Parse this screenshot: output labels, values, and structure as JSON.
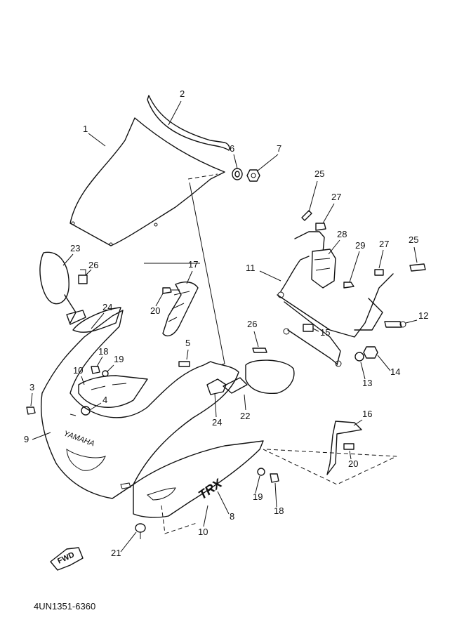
{
  "diagram": {
    "drawing_code": "4UN1351-6360",
    "direction_label": "FWD",
    "brand_mark": "YAMAHA",
    "model_mark": "TRX",
    "callouts": [
      "1",
      "2",
      "3",
      "4",
      "5",
      "6",
      "7",
      "8",
      "9",
      "10",
      "10",
      "11",
      "12",
      "13",
      "14",
      "15",
      "16",
      "17",
      "18",
      "18",
      "19",
      "19",
      "20",
      "20",
      "21",
      "22",
      "23",
      "24",
      "24",
      "25",
      "25",
      "26",
      "26",
      "27",
      "27",
      "28",
      "29"
    ]
  }
}
